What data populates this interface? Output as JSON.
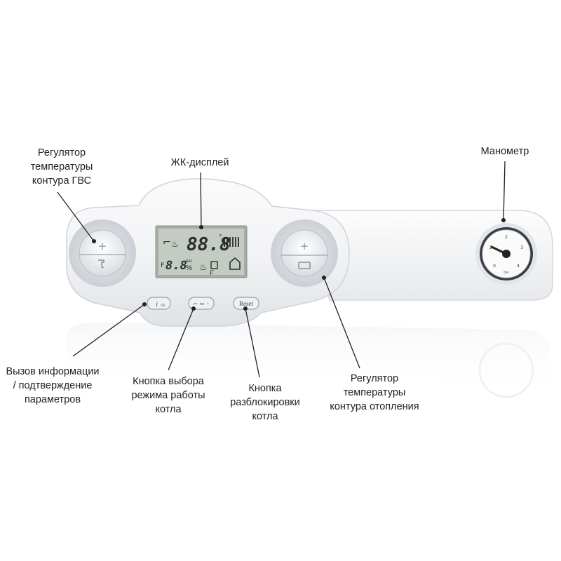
{
  "labels": {
    "dhw_regulator": [
      "Регулятор",
      "температуры",
      "контура ГВС"
    ],
    "lcd_display": [
      "ЖК-дисплей"
    ],
    "pressure_gauge": [
      "Манометр"
    ],
    "info_confirm": [
      "Вызов информации",
      "/ подтверждение",
      "параметров"
    ],
    "mode_select": [
      "Кнопка выбора",
      "режима работы",
      "котла"
    ],
    "unlock": [
      "Кнопка",
      "разблокировки",
      "котла"
    ],
    "heating_regulator": [
      "Регулятор",
      "температуры",
      "контура отопления"
    ]
  },
  "panel": {
    "reset_label": "Reset",
    "plus_symbol": "+",
    "info_symbol": "i",
    "lcd": {
      "main_digits": "88.8",
      "small_digits": "8.8",
      "degree": "°",
      "percent": "%",
      "bar": "bar",
      "f_letter": "F"
    },
    "gauge": {
      "ticks": [
        "0",
        "1",
        "2",
        "3",
        "4"
      ],
      "unit": "bar"
    }
  },
  "colors": {
    "panel": "#f4f5f7",
    "panel_edge": "#d3d6db",
    "lcd_bg": "#c4cbc2",
    "lcd_ink": "#2a2f2c",
    "leader": "#222222"
  }
}
